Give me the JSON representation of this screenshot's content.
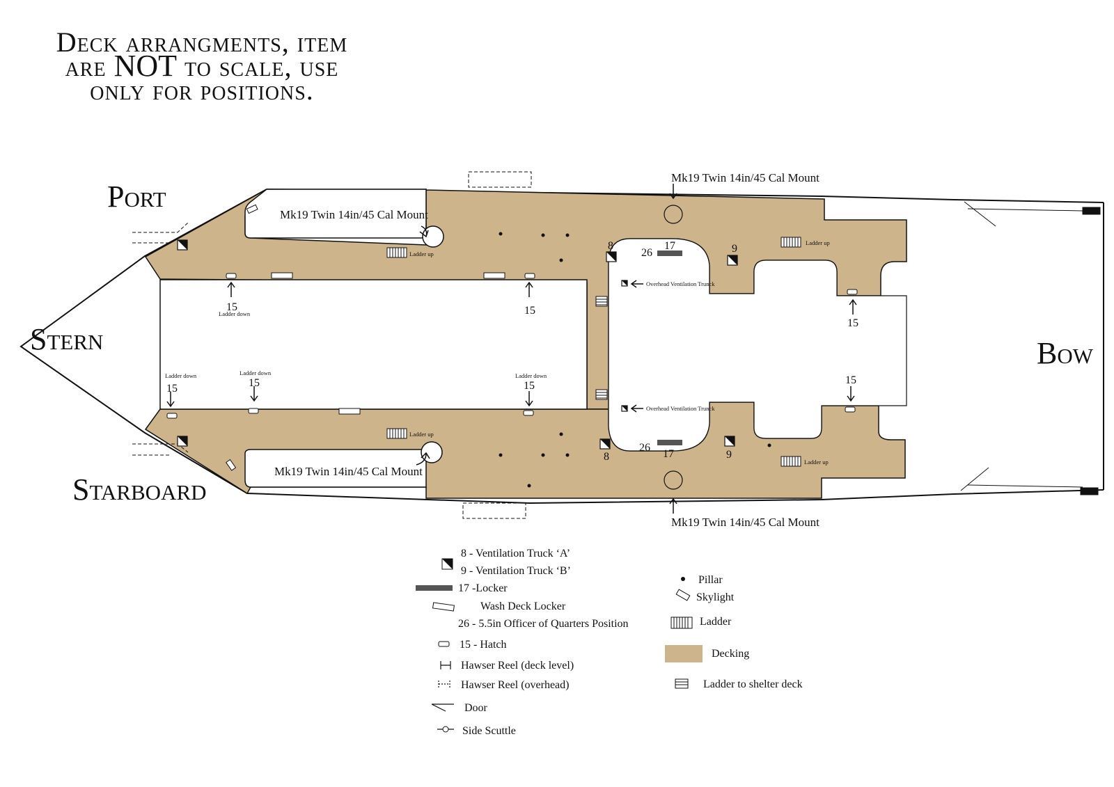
{
  "title": {
    "line1_first": "Deck",
    "line1_rest": "arrangments, item",
    "line2_pre": "are",
    "line2_em": "NOT",
    "line2_post": "to scale, use",
    "line3": "only for positions."
  },
  "directions": {
    "port": "Port",
    "starboard": "Starboard",
    "stern": "Stern",
    "bow": "Bow"
  },
  "mounts": {
    "port_aft": "Mk19 Twin 14in/45 Cal Mount",
    "port_fwd": "Mk19 Twin 14in/45 Cal Mount",
    "stbd_aft": "Mk19 Twin 14in/45 Cal Mount",
    "stbd_fwd": "Mk19 Twin 14in/45 Cal Mount"
  },
  "markers": {
    "ladder_up": "Ladder up",
    "ladder_down": "Ladder down",
    "overhead_vent": "Overhead Ventilation Trunck",
    "n15": "15",
    "n8": "8",
    "n9": "9",
    "n17": "17",
    "n26": "26"
  },
  "legend": {
    "vent_a": "8 - Ventilation Truck ‘A’",
    "vent_b": "9 - Ventilation Truck ‘B’",
    "locker": "17 -Locker",
    "wash_deck": "Wash Deck Locker",
    "officer": "26 -  5.5in Officer of Quarters Position",
    "hatch": "15 - Hatch",
    "hawser_deck": "Hawser Reel (deck level)",
    "hawser_overhead": "Hawser Reel (overhead)",
    "door": "Door",
    "side_scuttle": "Side Scuttle",
    "pillar": "Pillar",
    "skylight": "Skylight",
    "ladder": "Ladder",
    "decking": "Decking",
    "ladder_shelter": "Ladder to shelter deck"
  },
  "colors": {
    "decking": "#cdb48a",
    "outline": "#111111",
    "locker": "#555555"
  }
}
